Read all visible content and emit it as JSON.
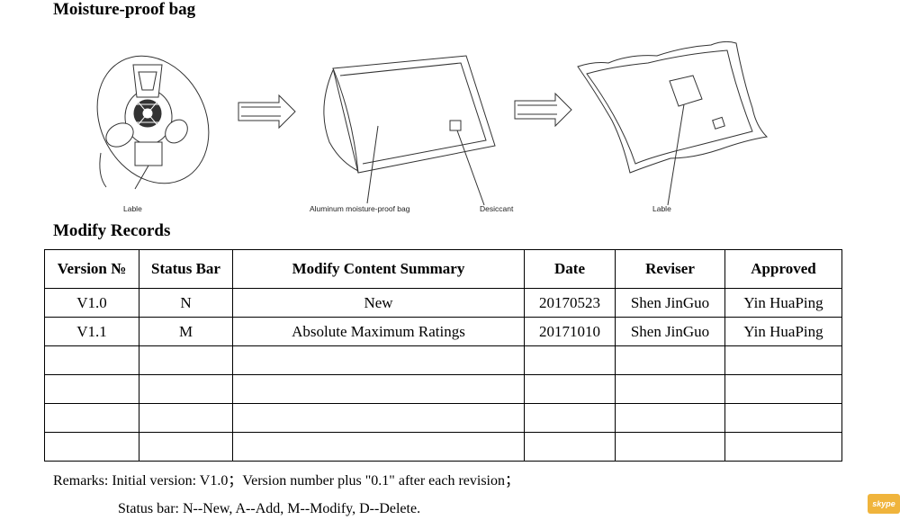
{
  "headings": {
    "packaging": "Moisture-proof bag",
    "records": "Modify Records"
  },
  "figure": {
    "labels": {
      "reel_label": "Lable",
      "bag_label": "Aluminum moisture-proof bag",
      "desiccant": "Desiccant",
      "sealed_label": "Lable"
    },
    "icons": [
      "reel-icon",
      "arrow-right-icon",
      "open-bag-icon",
      "arrow-right-icon",
      "sealed-bag-icon"
    ]
  },
  "table": {
    "headers": [
      "Version №",
      "Status Bar",
      "Modify Content Summary",
      "Date",
      "Reviser",
      "Approved"
    ],
    "rows": [
      [
        "V1.0",
        "N",
        "New",
        "20170523",
        "Shen JinGuo",
        "Yin HuaPing"
      ],
      [
        "V1.1",
        "M",
        "Absolute Maximum Ratings",
        "20171010",
        "Shen JinGuo",
        "Yin HuaPing"
      ],
      [
        "",
        "",
        "",
        "",
        "",
        ""
      ],
      [
        "",
        "",
        "",
        "",
        "",
        ""
      ],
      [
        "",
        "",
        "",
        "",
        "",
        ""
      ],
      [
        "",
        "",
        "",
        "",
        "",
        ""
      ]
    ]
  },
  "remarks": {
    "line1": "Remarks: Initial version: V1.0；Version number plus \"0.1\" after each revision；",
    "line2": "Status bar: N--New, A--Add, M--Modify, D--Delete."
  },
  "tray": {
    "skype_text": "skype",
    "skype_color": "#f0b43c"
  }
}
